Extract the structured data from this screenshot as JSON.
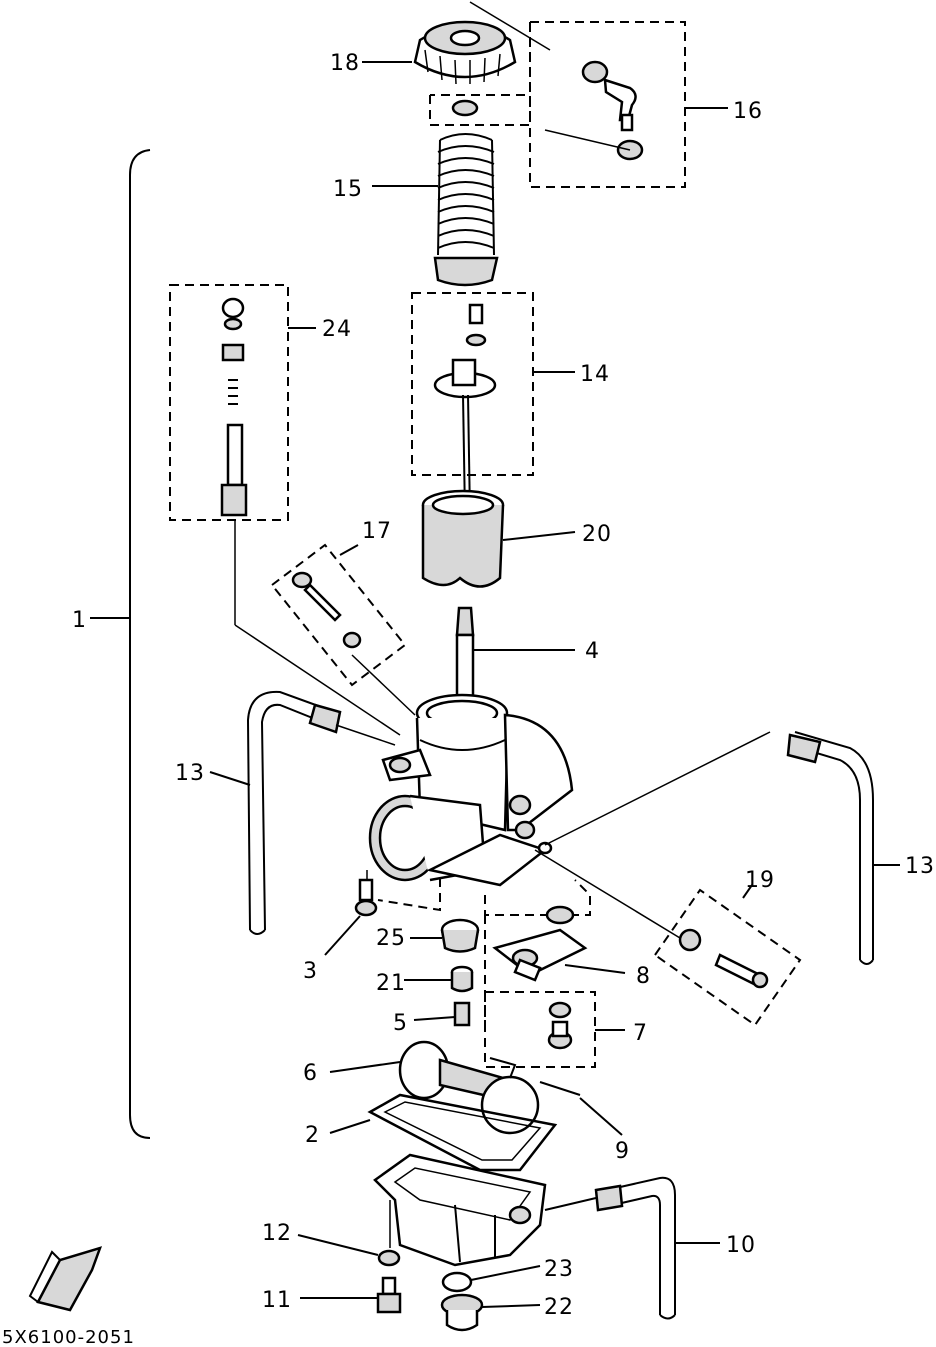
{
  "diagram": {
    "callouts": {
      "c1": "1",
      "c2": "2",
      "c3": "3",
      "c4": "4",
      "c5": "5",
      "c6": "6",
      "c7": "7",
      "c8": "8",
      "c9": "9",
      "c10": "10",
      "c11": "11",
      "c12": "12",
      "c13_left": "13",
      "c13_right": "13",
      "c14": "14",
      "c15": "15",
      "c16": "16",
      "c17": "17",
      "c18": "18",
      "c19": "19",
      "c20": "20",
      "c21": "21",
      "c22": "22",
      "c23": "23",
      "c24": "24",
      "c25": "25"
    },
    "figure_code": "5X6100-2051"
  }
}
